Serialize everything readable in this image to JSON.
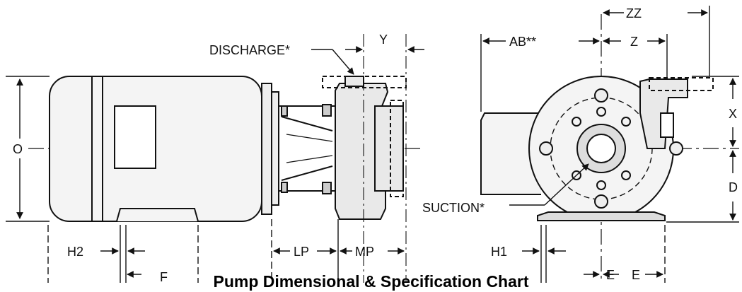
{
  "caption": "Pump Dimensional & Specification Chart",
  "labels": {
    "discharge": "DISCHARGE*",
    "y": "Y",
    "zz": "ZZ",
    "ab": "AB**",
    "z": "Z",
    "o": "O",
    "x": "X",
    "d": "D",
    "suction": "SUCTION*",
    "h2": "H2",
    "lp": "LP",
    "mp": "MP",
    "h1": "H1",
    "f": "F",
    "e_left": "E",
    "e_right": "E"
  },
  "colors": {
    "ink": "#111111",
    "motor_fill": "#f4f4f4",
    "pump_fill": "#e9e9e9"
  }
}
